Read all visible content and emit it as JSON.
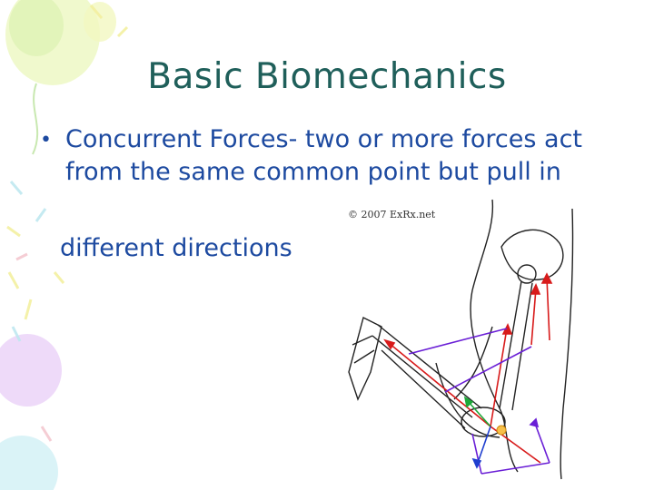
{
  "slide": {
    "title": "Basic Biomechanics",
    "bullet": {
      "text": "Concurrent Forces- two or more forces act from the same common point but pull in",
      "continuation": "different directions"
    },
    "figure": {
      "copyright": "© 2007 ExRx.net",
      "arrow_colors": {
        "red": "#d81b1b",
        "purple": "#6a1fd6",
        "green": "#1fa83a",
        "blue": "#1f3fcf"
      }
    },
    "decor_colors": [
      "#f6f7a8",
      "#c9f0a8",
      "#bff0f0",
      "#e8c8f6",
      "#f8d0d0"
    ]
  }
}
